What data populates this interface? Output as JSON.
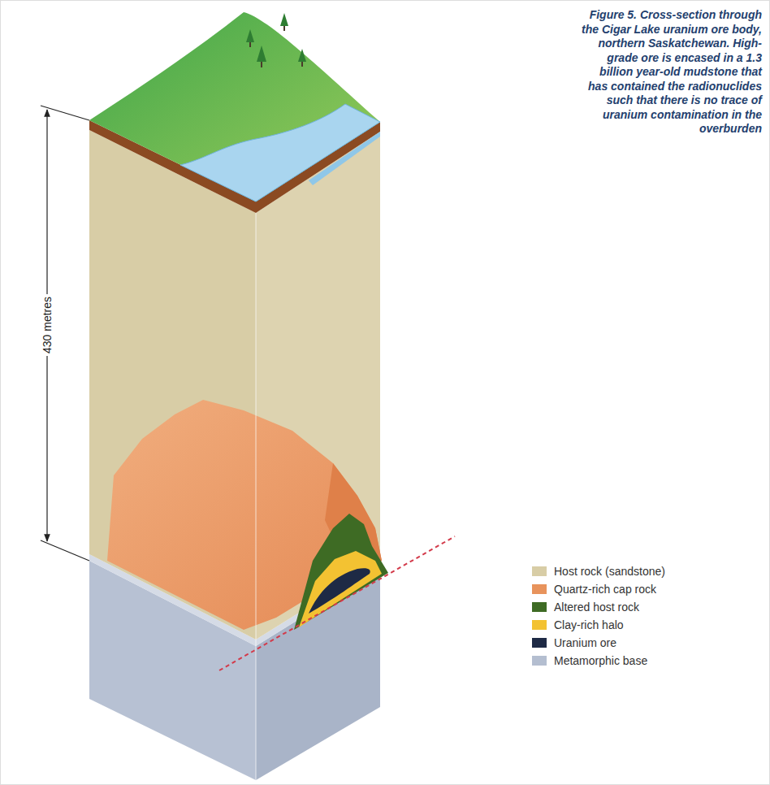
{
  "diagram": {
    "caption": "Figure 5. Cross-section through the Cigar Lake uranium ore body, northern Saskatchewan. High-grade ore is encased in a 1.3 billion year-old mudstone that has contained the radionuclides such that there is no trace of uranium contamination in the overburden",
    "labels": [
      "430 metres"
    ],
    "legend": [
      {
        "text": "Host rock (sandstone)",
        "color": "#d8cda6"
      },
      {
        "text": "Quartz-rich cap rock",
        "color": "#e8935c"
      },
      {
        "text": "Altered host rock",
        "color": "#3e6b24"
      },
      {
        "text": "Clay-rich halo",
        "color": "#f3c232"
      },
      {
        "text": "Uranium ore",
        "color": "#1e2a45"
      },
      {
        "text": "Metamorphic base",
        "color": "#b4bed0"
      }
    ]
  }
}
